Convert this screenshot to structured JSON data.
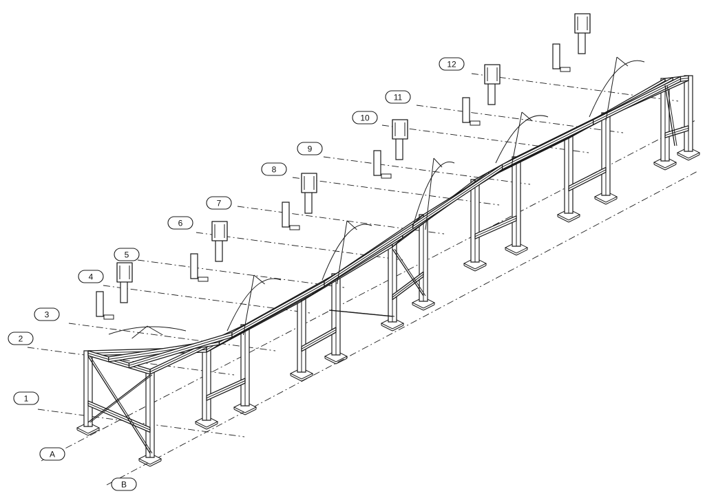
{
  "drawing": {
    "line_color": "#1a1a1a",
    "background": "#ffffff"
  },
  "grid_lines": {
    "numbered": [
      "1",
      "2",
      "3",
      "4",
      "5",
      "6",
      "7",
      "8",
      "9",
      "10",
      "11",
      "12"
    ],
    "lettered": [
      "A",
      "B"
    ]
  }
}
